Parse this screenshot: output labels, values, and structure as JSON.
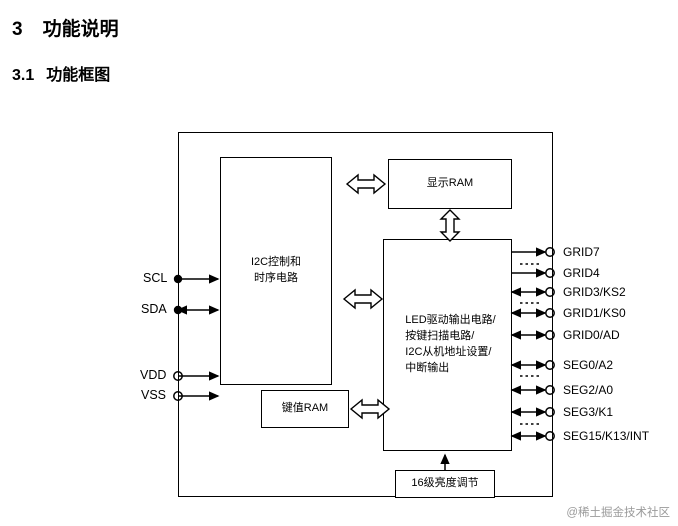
{
  "headings": {
    "section_number": "3",
    "section_title": "功能说明",
    "subsection_number": "3.1",
    "subsection_title": "功能框图"
  },
  "diagram": {
    "blocks": {
      "i2c": "I2C控制和\n时序电路",
      "display_ram": "显示RAM",
      "key_ram": "键值RAM",
      "led_driver": "LED驱动输出电路/\n按键扫描电路/\nI2C从机地址设置/\n中断输出",
      "brightness": "16级亮度调节"
    },
    "left_pins": [
      "SCL",
      "SDA",
      "VDD",
      "VSS"
    ],
    "right_pins": [
      "GRID7",
      "GRID4",
      "GRID3/KS2",
      "GRID1/KS0",
      "GRID0/AD",
      "SEG0/A2",
      "SEG2/A0",
      "SEG3/K1",
      "SEG15/K13/INT"
    ]
  },
  "watermark": "@稀土掘金技术社区",
  "colors": {
    "line": "#000000",
    "background": "#ffffff",
    "watermark": "#9a9a9a"
  }
}
